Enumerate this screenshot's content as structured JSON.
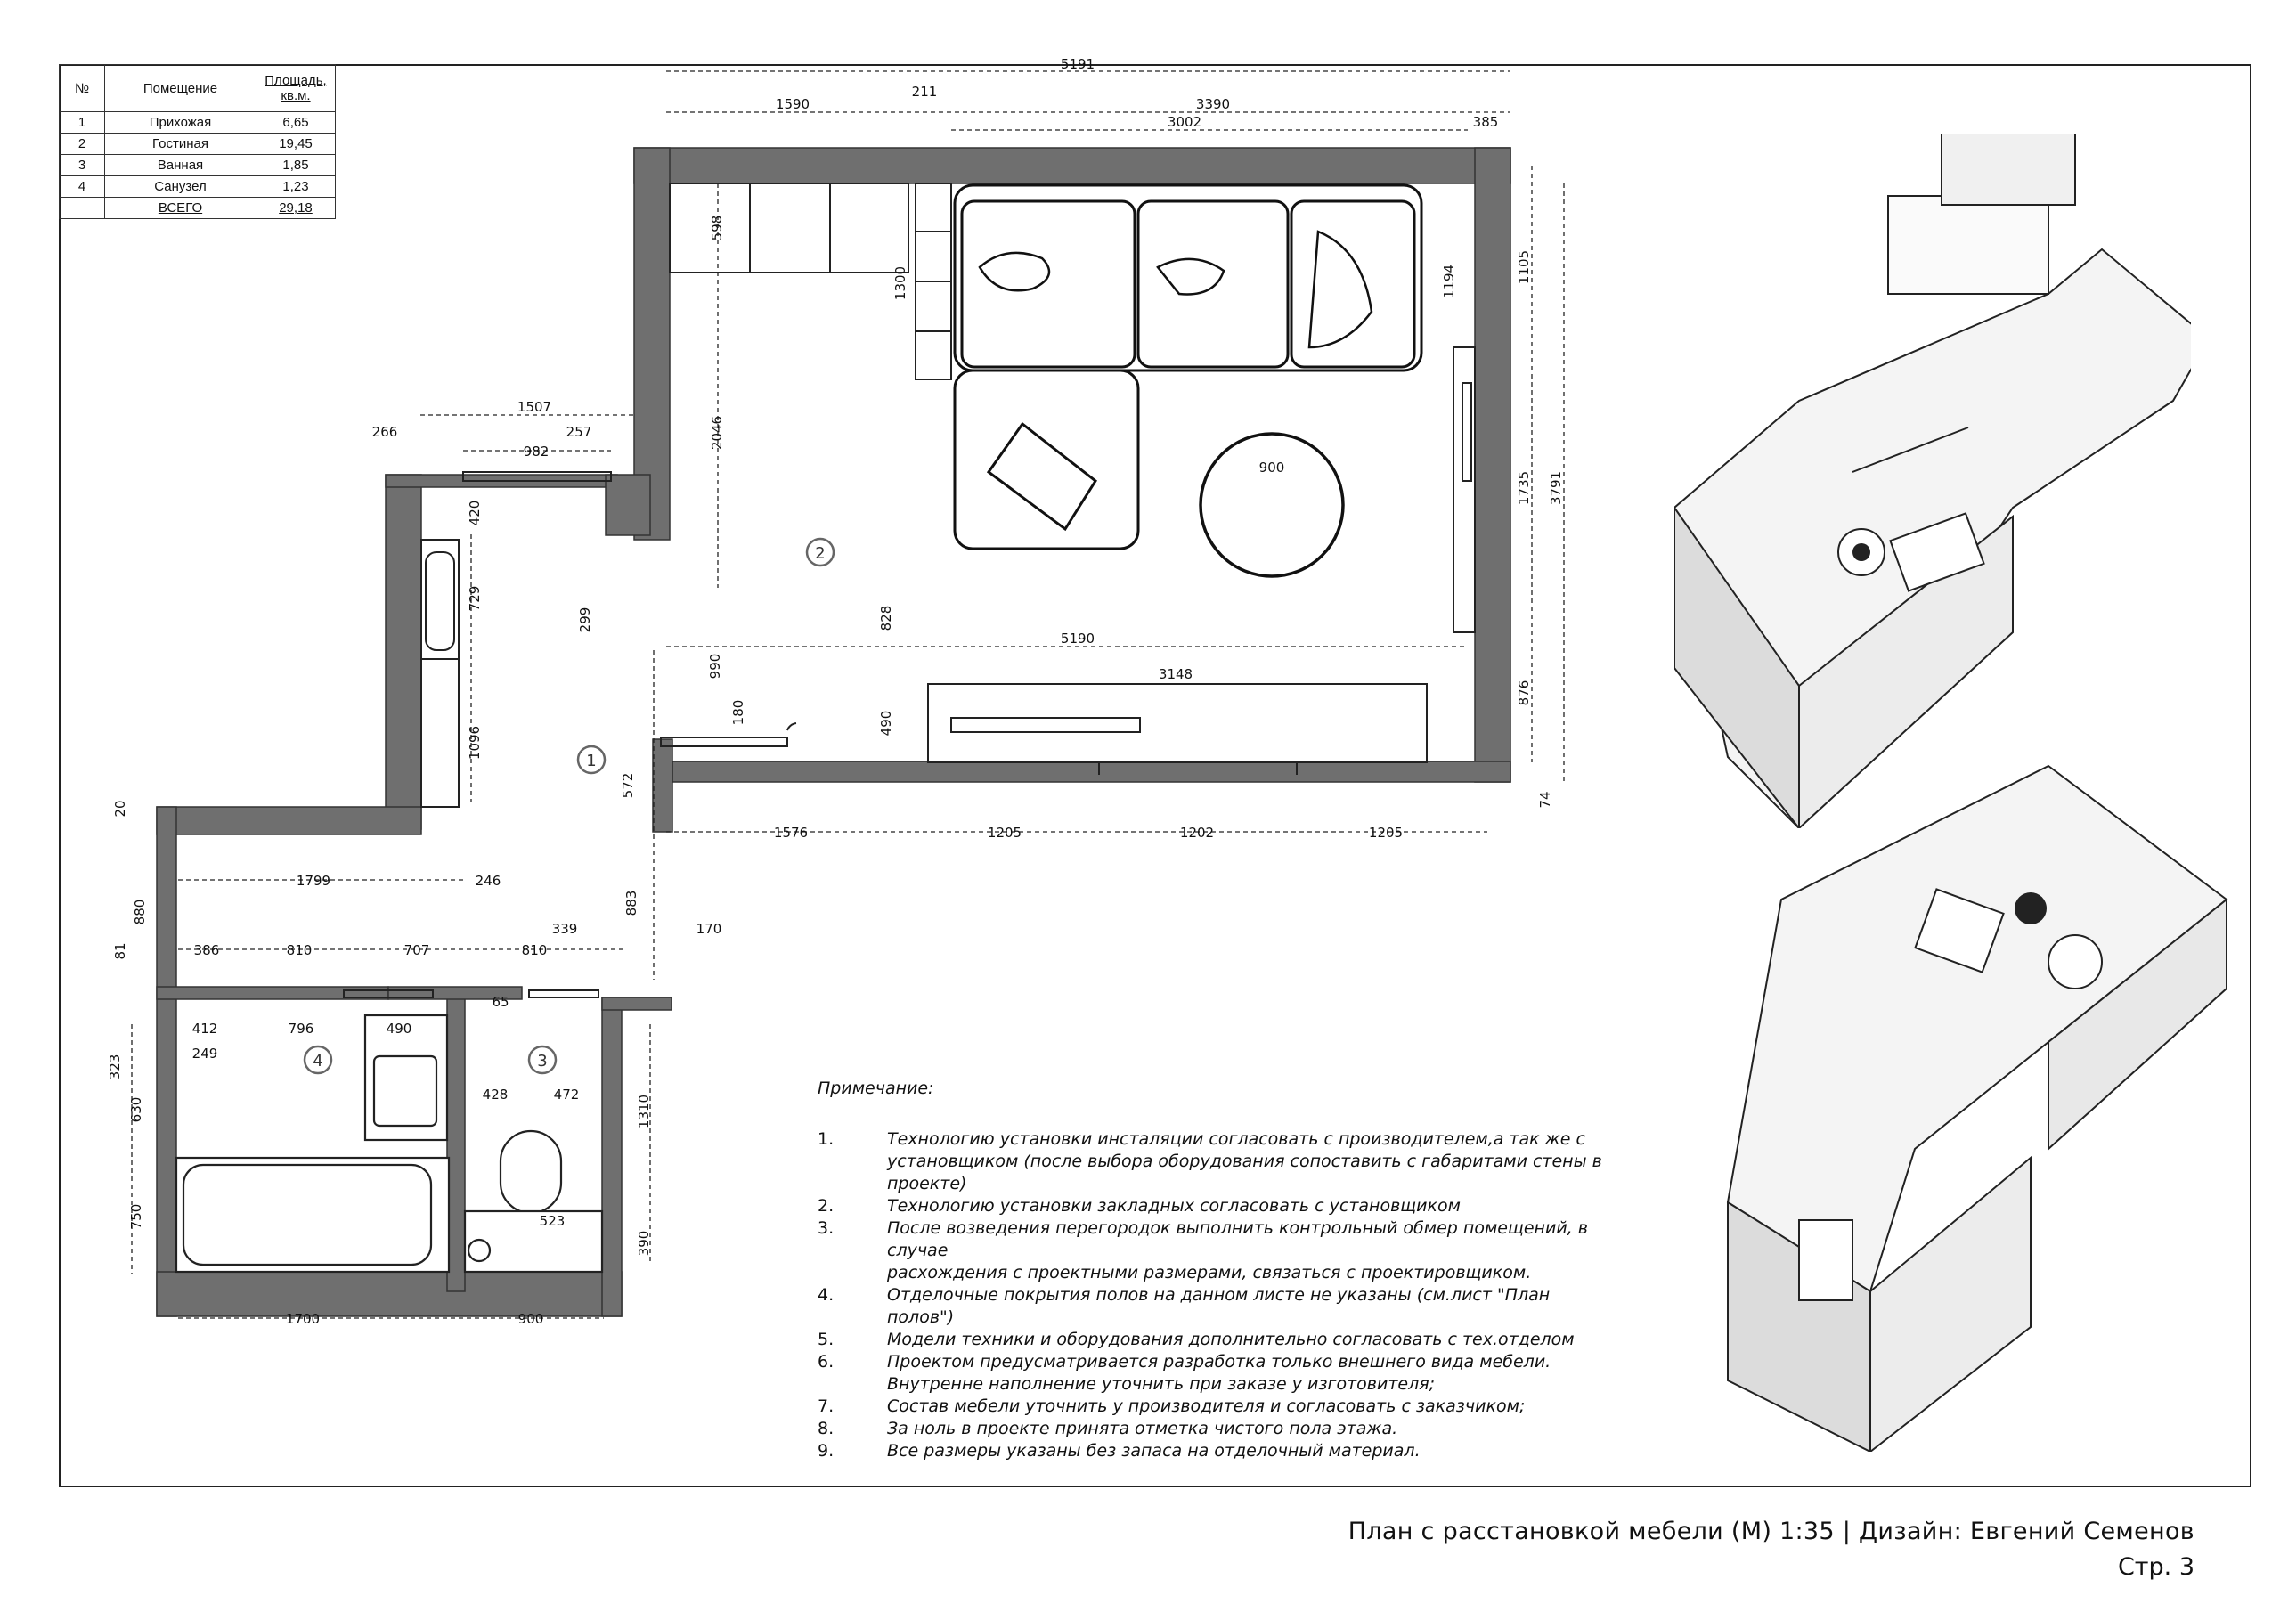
{
  "room_table": {
    "headers": [
      "№",
      "Помещение",
      "Площадь, кв.м."
    ],
    "header_area_l1": "Площадь,",
    "header_area_l2": "кв.м.",
    "rows": [
      {
        "num": "1",
        "name": "Прихожая",
        "area": "6,65"
      },
      {
        "num": "2",
        "name": "Гостиная",
        "area": "19,45"
      },
      {
        "num": "3",
        "name": "Ванная",
        "area": "1,85"
      },
      {
        "num": "4",
        "name": "Санузел",
        "area": "1,23"
      }
    ],
    "total_label": "ВСЕГО",
    "total_area": "29,18"
  },
  "room_tags": [
    "1",
    "2",
    "3",
    "4"
  ],
  "dimensions": {
    "top_overall": "5191",
    "top_left": "1590",
    "top_gap": "211",
    "top_right": "3390",
    "top_inner": "3002",
    "top_edge": "385",
    "wardrobe_depth": "598",
    "shelf_1300": "1300",
    "sofa_1194": "1194",
    "right_1105": "1105",
    "right_1735": "1735",
    "right_3791": "3791",
    "right_876": "876",
    "right_74": "74",
    "opening_1507": "1507",
    "door_266": "266",
    "door_982": "982",
    "door_257": "257",
    "v_2046": "2046",
    "v_420": "420",
    "v_729": "729",
    "v_299": "299",
    "table_900": "900",
    "v_828": "828",
    "room_width_5190": "5190",
    "v_990": "990",
    "tv_3148": "3148",
    "v_490": "490",
    "v_180": "180",
    "v_1096": "1096",
    "v_572": "572",
    "bottom_1576": "1576",
    "bottom_1205a": "1205",
    "bottom_1202": "1202",
    "bottom_1205b": "1205",
    "v_20": "20",
    "h_1799": "1799",
    "h_246": "246",
    "v_880": "880",
    "v_883": "883",
    "v_81": "81",
    "h_386": "386",
    "h_810a": "810",
    "h_707": "707",
    "h_810b": "810",
    "h_339": "339",
    "h_170": "170",
    "h_65": "65",
    "h_412": "412",
    "h_796": "796",
    "h_490": "490",
    "h_249": "249",
    "v_323": "323",
    "v_630": "630",
    "h_428": "428",
    "h_472": "472",
    "v_1310": "1310",
    "v_750": "750",
    "h_523": "523",
    "v_390": "390",
    "bottom_1700": "1700",
    "bottom_900": "900"
  },
  "notes": {
    "title": "Примечание:",
    "items": [
      {
        "num": "1.",
        "lines": [
          "Технологию установки инсталяции согласовать с производителем,а так же с",
          "установщиком (после выбора оборудования сопоставить с габаритами стены в",
          "проекте)"
        ]
      },
      {
        "num": "2.",
        "lines": [
          "Технологию установки закладных согласовать с установщиком"
        ]
      },
      {
        "num": "3.",
        "lines": [
          "После возведения перегородок выполнить контрольный обмер помещений, в случае",
          "расхождения с проектными размерами, связаться с проектировщиком."
        ]
      },
      {
        "num": "4.",
        "lines": [
          "Отделочные покрытия полов на данном листе не указаны (см.лист \"План полов\")"
        ]
      },
      {
        "num": "5.",
        "lines": [
          "Модели техники и оборудования дополнительно согласовать с тех.отделом"
        ]
      },
      {
        "num": "6.",
        "lines": [
          "Проектом предусматривается разработка только внешнего вида мебели.",
          "Внутренне наполнение уточнить при заказе у изготовителя;"
        ]
      },
      {
        "num": "7.",
        "lines": [
          "Состав мебели уточнить у производителя и согласовать с заказчиком;"
        ]
      },
      {
        "num": "8.",
        "lines": [
          "За ноль в проекте принята отметка чистого пола этажа."
        ]
      },
      {
        "num": "9.",
        "lines": [
          "Все размеры указаны без запаса на отделочный материал."
        ]
      }
    ]
  },
  "title_block": {
    "title": "План с расстановкой мебели (М) 1:35 | Дизайн: Евгений Семенов",
    "page": "Стр. 3"
  },
  "colors": {
    "wall": "#6f6f6f",
    "line": "#222222",
    "iso_shadow": "#cfcfcf"
  }
}
